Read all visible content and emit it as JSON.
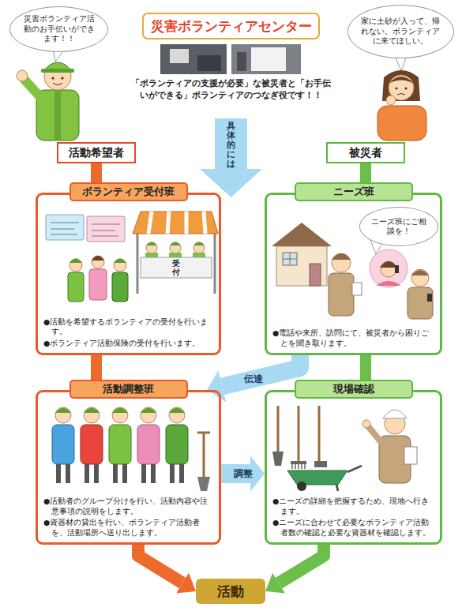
{
  "diagram": {
    "nodes": [
      {
        "text": [
          "「ボランティアの支援が必要」な被災者と「お手伝いができる」ボランティアのつなぎ役です！！"
        ]
      },
      {
        "text": [
          "災害ボランティアセンター"
        ],
        "in": 0
      },
      {
        "text": [
          "災害ボランティア活動のお手伝いができます！！"
        ],
        "in": 0
      },
      {
        "text": [
          "家に土砂が入って、帰れない。ボランティアに来てほしい。"
        ],
        "in": 0
      },
      {
        "text": [
          "活動希望者"
        ]
      },
      {
        "text": [
          "被災者"
        ]
      },
      {
        "text": [
          "ボランティア受付班",
          "●活動を希望するボランティアの受付を行います。",
          "●ボランティア活動保険の受付を行います。"
        ]
      },
      {
        "text": [
          "ニーズ班",
          "●電話や来所、訪問にて、被災者から困りごとを聞き取ります。"
        ]
      },
      {
        "text": [
          "ニーズ班にご相談を！"
        ],
        "in": 7
      },
      {
        "text": [
          "活動調整班",
          "●活動者のグループ分けを行い、活動内容や注意事項の説明をします。",
          "●資器材の貸出を行い、ボランティア活動者を、活動場所へ送り出します。"
        ]
      },
      {
        "text": [
          "現場確認",
          "●ニーズの詳細を把握するため、現地へ行きます。",
          "●ニーズに合わせて必要なボランティア活動者数の確認と必要な資器材を確認します。"
        ]
      },
      {
        "text": [
          "活動"
        ]
      }
    ],
    "edges": [
      {
        "from": 4,
        "to": 6,
        "arrow": "none"
      },
      {
        "from": 6,
        "to": 9,
        "arrow": "none"
      },
      {
        "from": 5,
        "to": 7,
        "arrow": "none"
      },
      {
        "from": 7,
        "to": 10,
        "arrow": "none"
      },
      {
        "from": 7,
        "to": 9,
        "label": "伝達",
        "arrow": "to"
      },
      {
        "from": 9,
        "to": 10,
        "label": "調整",
        "arrow": "to"
      },
      {
        "from": 9,
        "to": 11,
        "arrow": "to"
      },
      {
        "from": 10,
        "to": 11,
        "arrow": "to"
      }
    ],
    "labels": [
      "具体的には",
      "受付"
    ]
  }
}
